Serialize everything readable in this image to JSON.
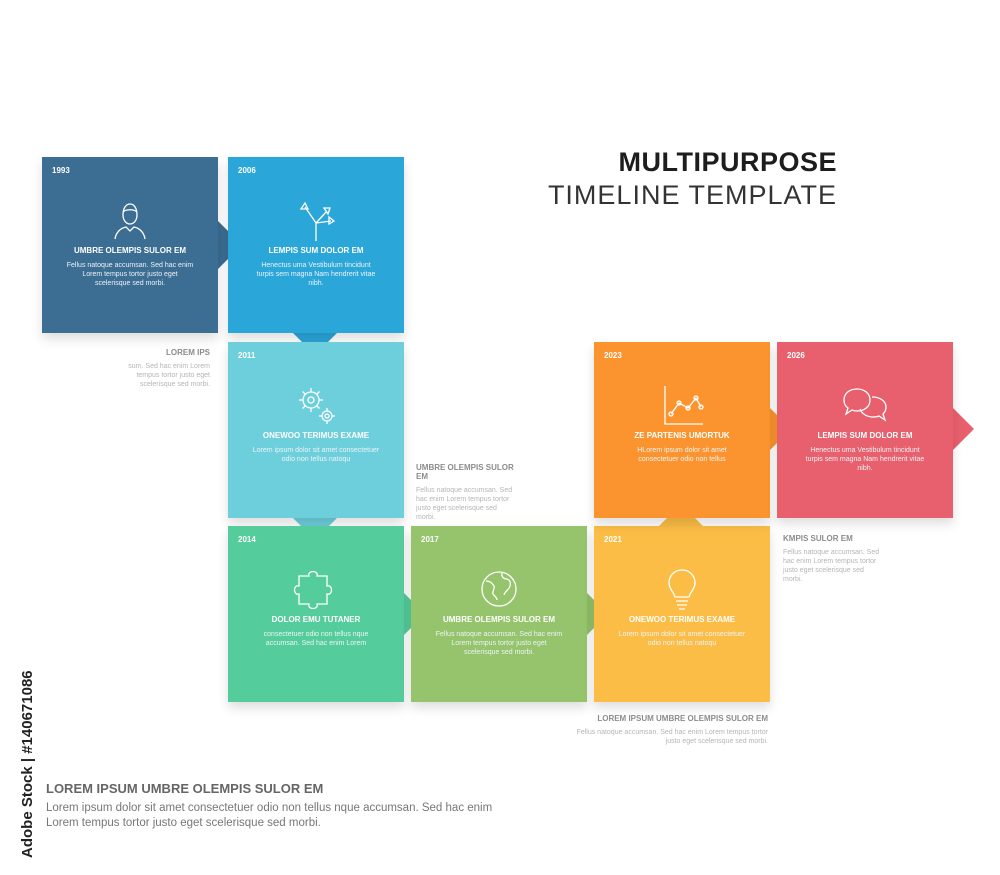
{
  "title": "MULTIPURPOSE",
  "subtitle": "TIMELINE TEMPLATE",
  "colors": {
    "blue_dark": "#3c6d93",
    "blue": "#2ba6d9",
    "cyan": "#6dcfdb",
    "green": "#55cc9b",
    "lime": "#95c46c",
    "yellow": "#fbbd46",
    "orange": "#fb942e",
    "red": "#e8606d"
  },
  "boxes": [
    {
      "year": "1993",
      "icon": "person-icon",
      "heading": "UMBRE OLEMPIS SULOR EM",
      "body": "Fellus natoque accumsan. Sed hac enim Lorem tempus tortor justo eget scelerisque sed morbi."
    },
    {
      "year": "2006",
      "icon": "arrows-split-icon",
      "heading": "LEMPIS SUM DOLOR EM",
      "body": "Henectus uma Vestibulum tincidunt turpis sem magna Nam hendrerit vitae nibh."
    },
    {
      "year": "2011",
      "icon": "gears-icon",
      "heading": "ONEWOO TERIMUS EXAME",
      "body": "Lorem ipsum dolor sit amet consectetuer odio non tellus natoqu"
    },
    {
      "year": "2014",
      "icon": "puzzle-icon",
      "heading": "DOLOR EMU TUTANER",
      "body": "consectetuer odio non tellus nque accumsan. Sed hac enim Lorem"
    },
    {
      "year": "2017",
      "icon": "globe-icon",
      "heading": "UMBRE OLEMPIS SULOR EM",
      "body": "Fellus natoque accumsan. Sed hac enim Lorem tempus tortor justo eget scelerisque sed morbi."
    },
    {
      "year": "2021",
      "icon": "lightbulb-icon",
      "heading": "ONEWOO TERIMUS EXAME",
      "body": "Lorem ipsum dolor sit amet consectetuer odio non tellus natoqu"
    },
    {
      "year": "2023",
      "icon": "line-chart-icon",
      "heading": "ZE PARTENIS UMORTUK",
      "body": "HLorem ipsum dolor sit amet consectetuer odio non tellus"
    },
    {
      "year": "2026",
      "icon": "speech-bubbles-icon",
      "heading": "LEMPIS SUM DOLOR EM",
      "body": "Henectus uma Vestibulum tincidunt turpis sem magna Nam hendrerit vitae nibh."
    }
  ],
  "notes": [
    {
      "heading": "LOREM IPS",
      "body": "sum. Sed hac enim Lorem tempus tortor justo eget scelerisque sed morbi."
    },
    {
      "heading": "UMBRE OLEMPIS SULOR EM",
      "body": "Fellus natoque accumsan. Sed hac enim Lorem tempus tortor justo eget scelerisque sed morbi."
    },
    {
      "heading": "KMPIS SULOR EM",
      "body": "Fellus natoque accumsan. Sed hac enim Lorem tempus tortor justo eget scelerisque sed morbi."
    },
    {
      "heading": "LOREM IPSUM UMBRE OLEMPIS SULOR EM",
      "body": "Fellus natoque accumsan. Sed hac enim Lorem tempus tortor justo eget scelerisque sed morbi."
    }
  ],
  "footer": {
    "heading": "LOREM IPSUM UMBRE OLEMPIS SULOR EM",
    "body": "Lorem ipsum dolor sit amet consectetuer odio non tellus nque accumsan. Sed hac enim Lorem tempus tortor justo eget scelerisque sed morbi."
  },
  "watermark": {
    "text": "Adobe Stock | #140671086"
  }
}
